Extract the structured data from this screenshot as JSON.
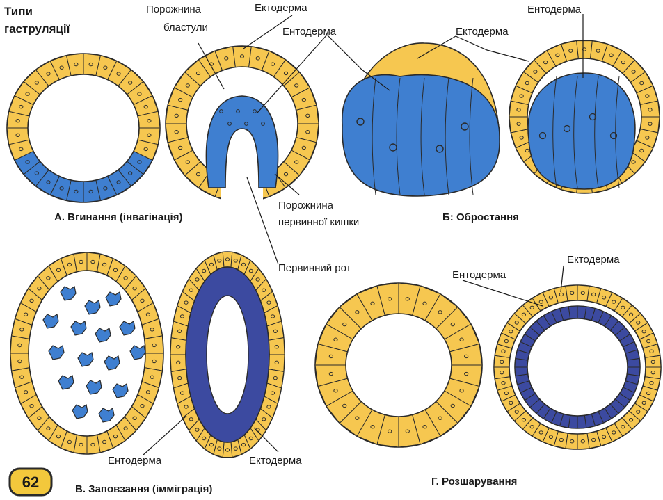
{
  "title": "Типи гаструляції",
  "title_lines": [
    "Типи",
    "гаструляції"
  ],
  "page_number": "62",
  "labels": {
    "blastocoel": [
      "Порожнина",
      "бластули"
    ],
    "ectoderm": "Ектодерма",
    "endoderm": "Ентодерма",
    "archenteron": [
      "Порожнина",
      "первинної кишки"
    ],
    "blastopore": "Первинний рот"
  },
  "panels": {
    "a": "А. Вгинання (інвагінація)",
    "b": "Б: Обростання",
    "v": "В. Заповзання (імміграція)",
    "g": "Г. Розшарування"
  },
  "colors": {
    "ectoderm_fill": "#f6c750",
    "ectoderm_edge": "#e2722f",
    "endoderm_fill": "#3f7fd0",
    "endoderm_dark": "#3c4aa0",
    "outline": "#2a2a2a",
    "badge_fill": "#f3c83c"
  }
}
